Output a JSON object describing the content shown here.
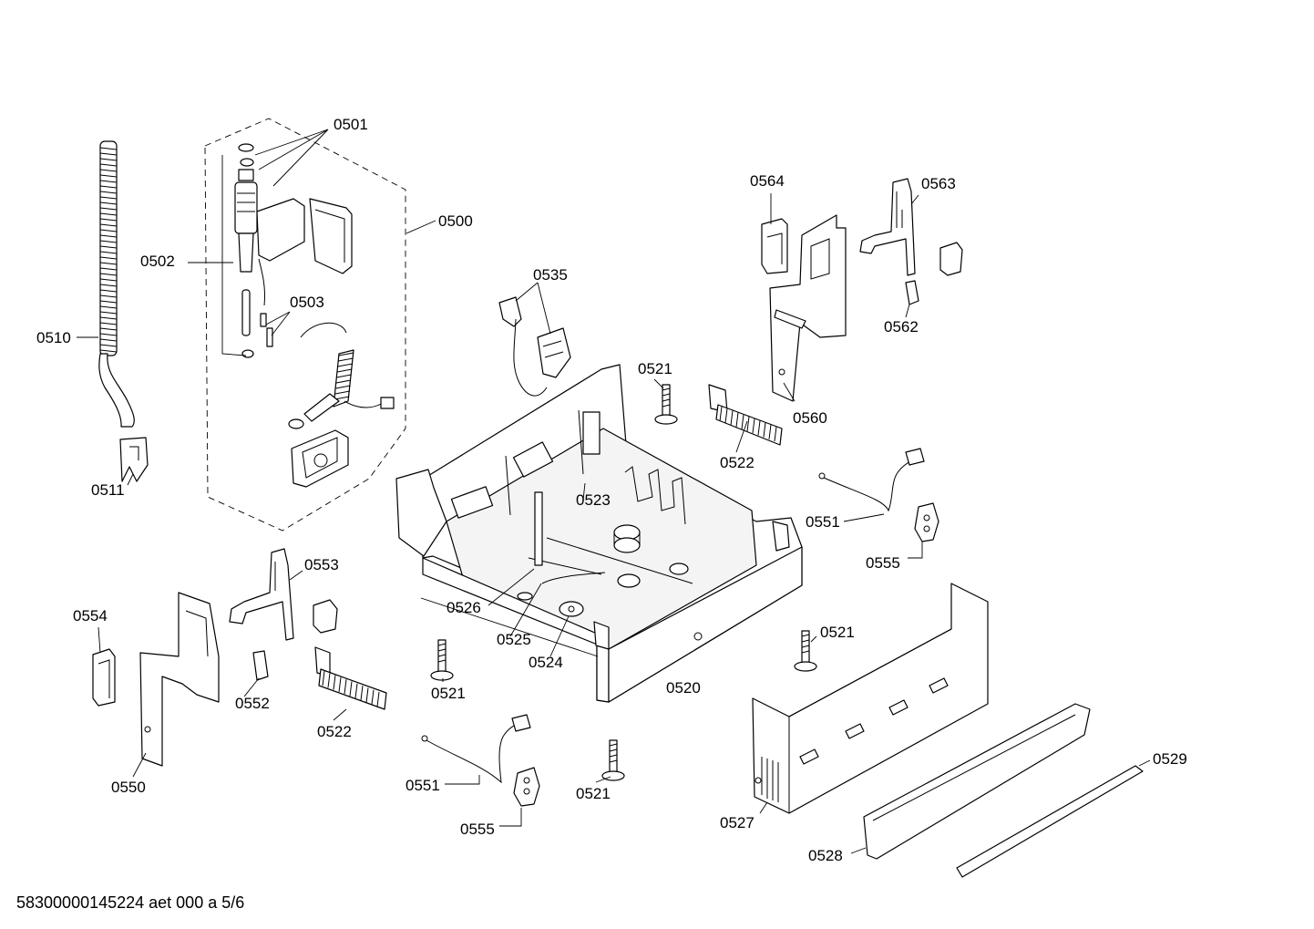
{
  "labels": {
    "p0500": "0500",
    "p0501": "0501",
    "p0502": "0502",
    "p0503": "0503",
    "p0510": "0510",
    "p0511": "0511",
    "p0520": "0520",
    "p0521a": "0521",
    "p0521b": "0521",
    "p0521c": "0521",
    "p0521d": "0521",
    "p0522a": "0522",
    "p0522b": "0522",
    "p0523": "0523",
    "p0524": "0524",
    "p0525": "0525",
    "p0526": "0526",
    "p0527": "0527",
    "p0528": "0528",
    "p0529": "0529",
    "p0535": "0535",
    "p0550": "0550",
    "p0551a": "0551",
    "p0551b": "0551",
    "p0552": "0552",
    "p0553": "0553",
    "p0554": "0554",
    "p0555a": "0555",
    "p0555b": "0555",
    "p0560": "0560",
    "p0562": "0562",
    "p0563": "0563",
    "p0564": "0564"
  },
  "footer": {
    "document_id": "58300000145224 aet 000 a 5/6"
  }
}
